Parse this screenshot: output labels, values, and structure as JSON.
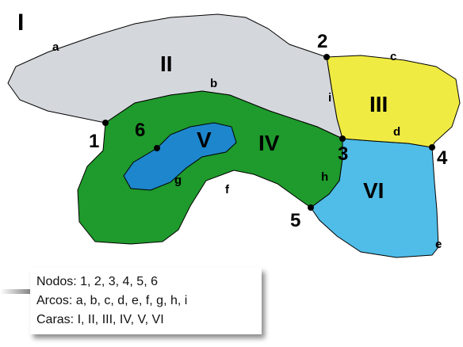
{
  "colors": {
    "face_II": "#d4d7dc",
    "face_III": "#f0eb42",
    "face_IV": "#1f9a2c",
    "face_V": "#1d86cc",
    "face_VI": "#4fbde8",
    "stroke": "#000000"
  },
  "faces": {
    "I": "I",
    "II": "II",
    "III": "III",
    "IV": "IV",
    "V": "V",
    "VI": "VI"
  },
  "nodes": {
    "n1": "1",
    "n2": "2",
    "n3": "3",
    "n4": "4",
    "n5": "5",
    "n6": "6"
  },
  "arcs": {
    "a": "a",
    "b": "b",
    "c": "c",
    "d": "d",
    "e": "e",
    "f": "f",
    "g": "g",
    "h": "h",
    "i": "i"
  },
  "legend": {
    "nodos": "Nodos: 1, 2, 3, 4, 5, 6",
    "arcos": "Arcos: a, b, c, d, e, f, g, h, i",
    "caras": "Caras: I, II, III, IV, V, VI"
  }
}
